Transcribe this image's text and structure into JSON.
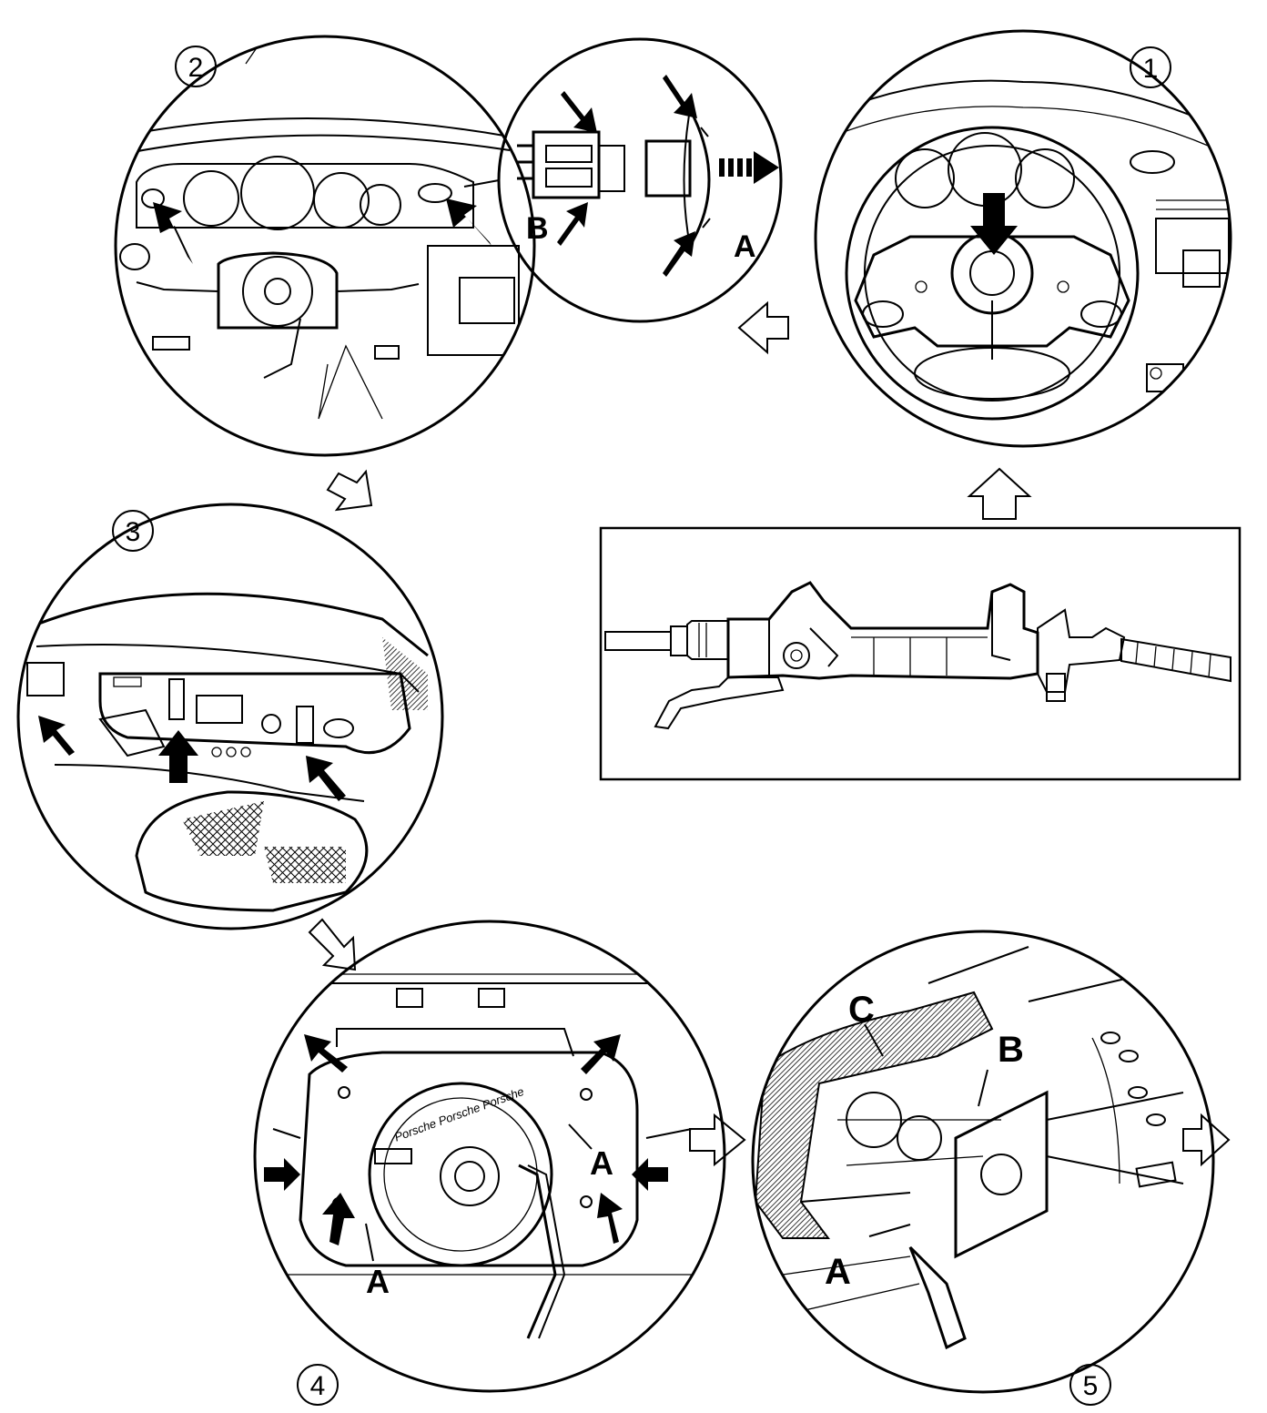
{
  "steps": [
    {
      "number": "1"
    },
    {
      "number": "2",
      "detail_labels": [
        "A",
        "B"
      ]
    },
    {
      "number": "3"
    },
    {
      "number": "4",
      "labels": [
        "A",
        "A"
      ],
      "clock_spring_text": "Porsche Porsche Porsche"
    },
    {
      "number": "5",
      "labels": [
        "A",
        "B",
        "C"
      ]
    }
  ],
  "icons": {
    "flow_arrow": "hollow-arrow-icon",
    "pointer_arrow": "solid-arrow-icon",
    "pull_arrow": "dashed-arrow-icon"
  },
  "colors": {
    "ink": "#000000",
    "paper": "#ffffff"
  }
}
